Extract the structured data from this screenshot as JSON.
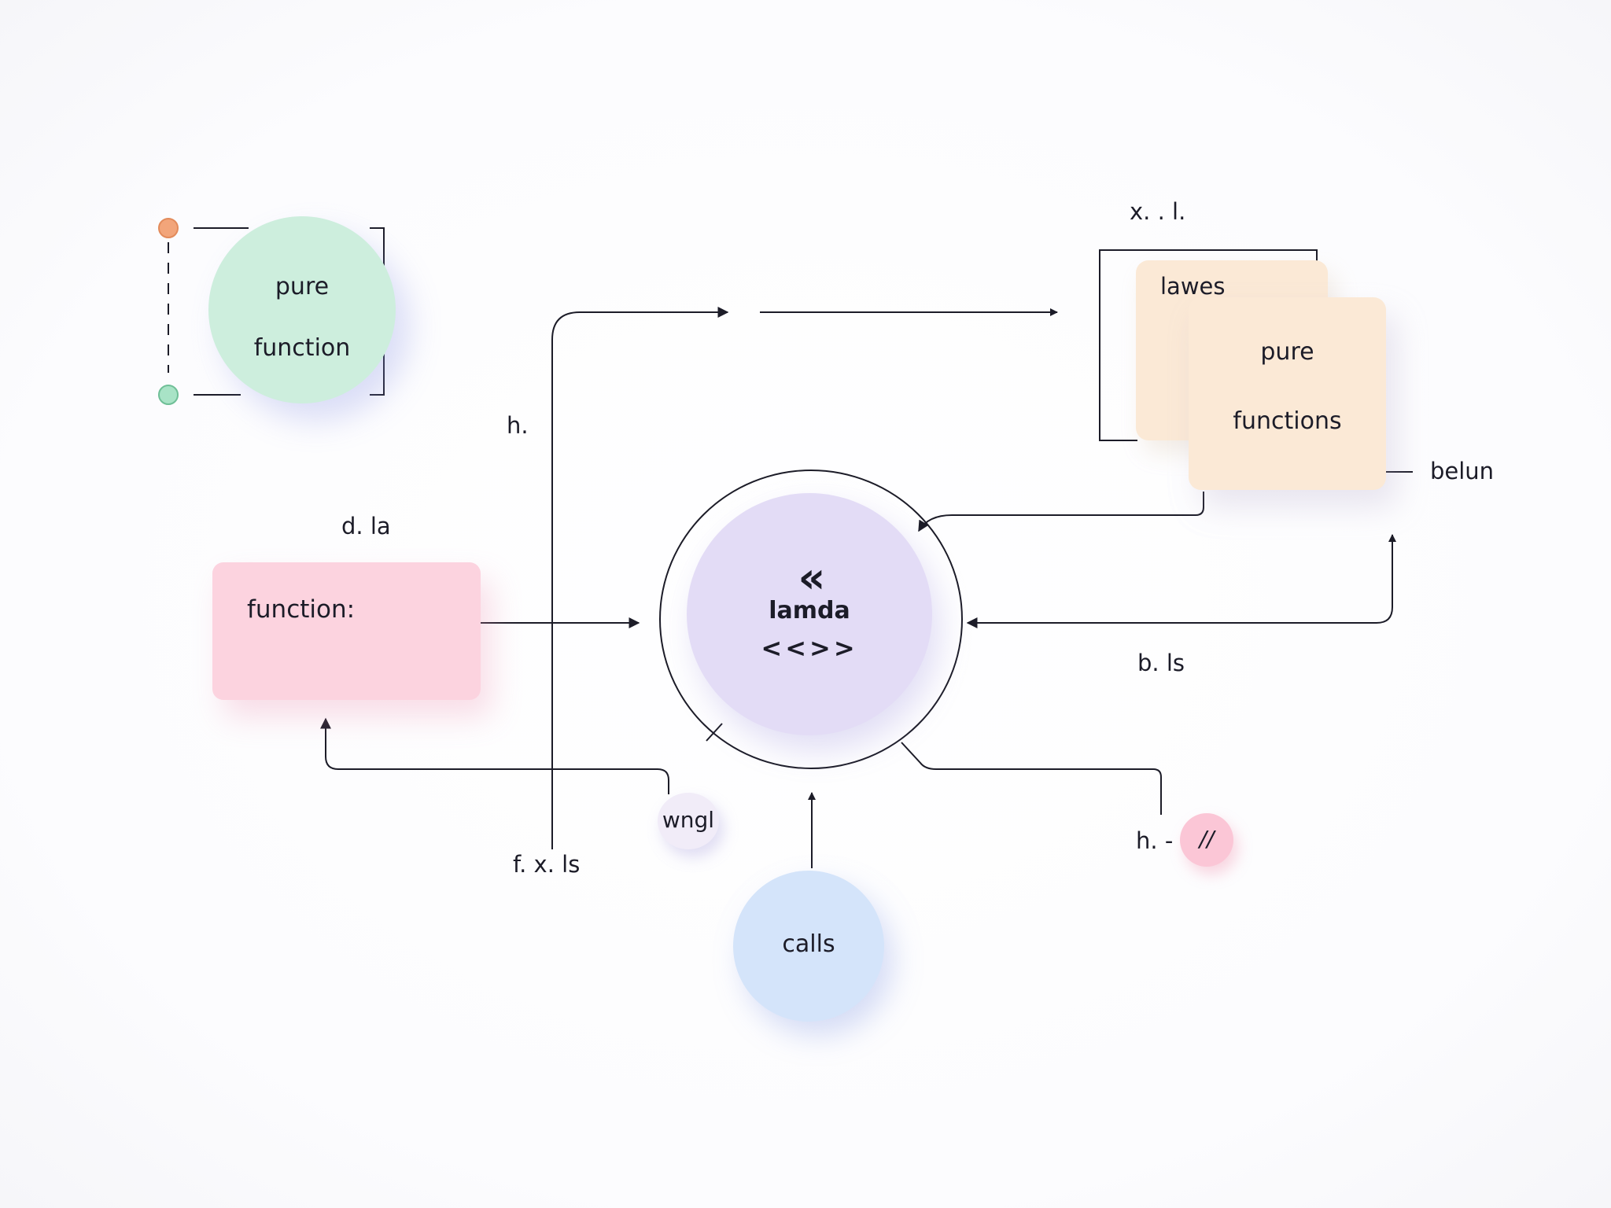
{
  "colors": {
    "line": "#1c1c28",
    "pure_circle": "#cdeedd",
    "function_box": "#fcd3df",
    "lamda_circle": "#e3dcf6",
    "calls_circle": "#d4e4fa",
    "card": "#fbe9d6",
    "wngl_badge": "#f1ecf8",
    "slash_badge": "#fbc6d6",
    "dot_orange": "#f2a57a",
    "dot_green": "#a8e3c6"
  },
  "nodes": {
    "pure_function": {
      "line1": "pure",
      "line2": "function"
    },
    "function_box": {
      "label": "function:"
    },
    "lamda": {
      "icon": "«",
      "label": "lamda",
      "code": "<<>>"
    },
    "calls": {
      "label": "calls"
    },
    "cards": {
      "back_label": "lawes",
      "front_line1": "pure",
      "front_line2": "functions"
    },
    "wngl": {
      "label": "wngl"
    },
    "slash_badge": {
      "label": "//"
    }
  },
  "labels": {
    "x_l": "x. . l.",
    "h": "h.",
    "d_la": "d.  la",
    "b_ls": "b. ls",
    "belun": "belun",
    "f_x_ls": "f. x. ls",
    "h_dash": "h. -"
  }
}
